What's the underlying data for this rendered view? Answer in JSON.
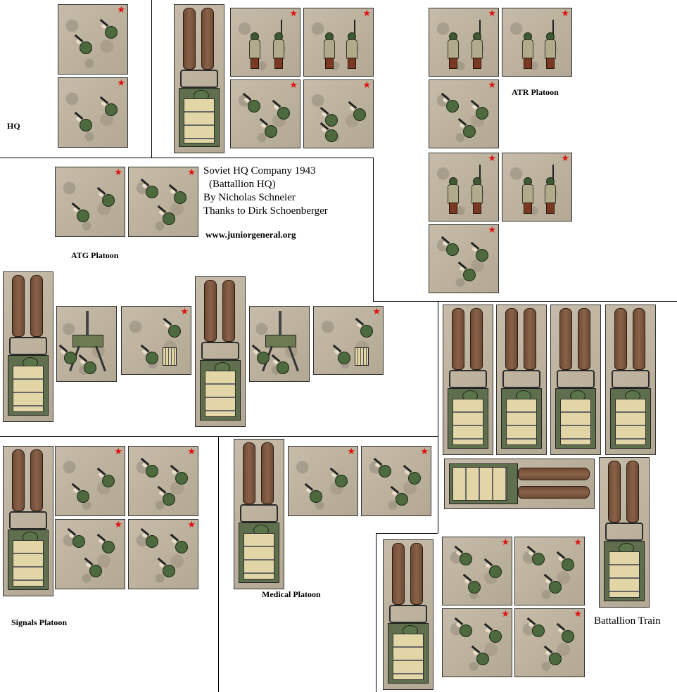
{
  "title_block": {
    "line1": "Soviet HQ Company 1943",
    "line2": "(Battallion HQ)",
    "line3": "By Nicholas Schneier",
    "line4": "Thanks to Dirk Schoenberger",
    "url": "www.juniorgeneral.org"
  },
  "labels": {
    "hq": "HQ",
    "atr": "ATR Platoon",
    "atg": "ATG Platoon",
    "signals": "Signals Platoon",
    "medical": "Medical Platoon",
    "train": "Battallion Train"
  },
  "colors": {
    "ground": "#bdb3a0",
    "uniform": "#4d6a3e",
    "horse": "#7a5540",
    "cart_bed": "#e2d6a6",
    "star": "#e01010"
  },
  "icons": {
    "unit_marker": "red-star-icon"
  },
  "star_glyph": "★"
}
